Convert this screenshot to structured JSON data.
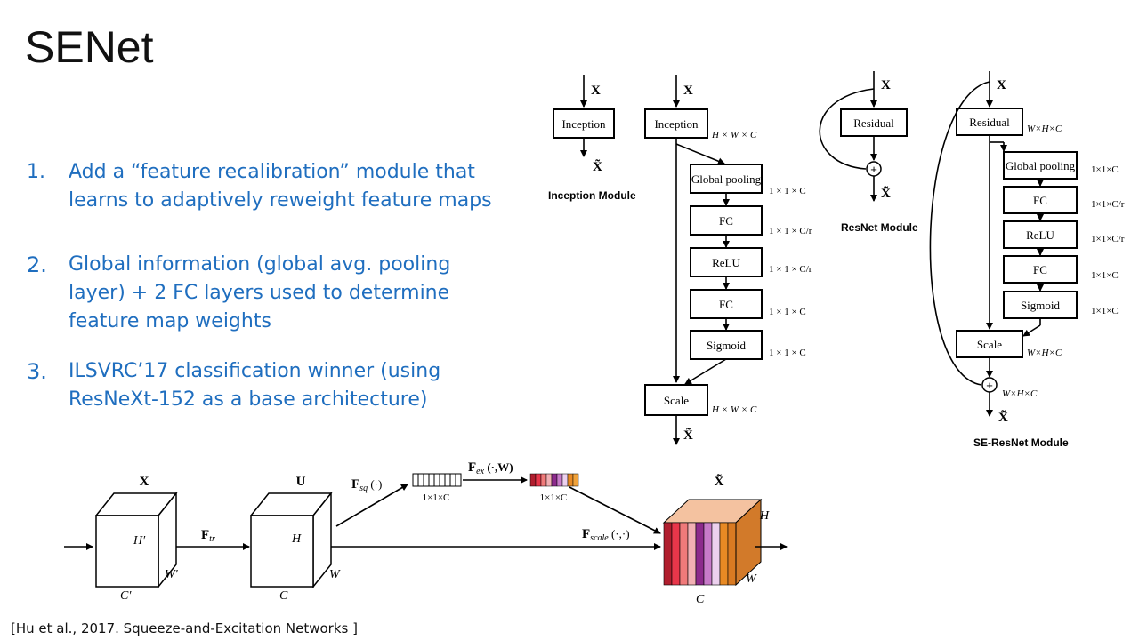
{
  "slide": {
    "title": "SENet",
    "points": [
      {
        "num": "1.",
        "text": "Add a “feature recalibration” module that learns to adaptively reweight feature maps"
      },
      {
        "num": "2.",
        "text": "Global information (global avg. pooling layer) + 2 FC layers used to determine feature map weights"
      },
      {
        "num": "3.",
        "text": "ILSVRC’17 classification winner (using ResNeXt-152 as a base architecture)"
      }
    ],
    "citation": "[Hu et al., 2017. Squeeze-and-Excitation Networks ]"
  },
  "inception_module": {
    "input": "X",
    "block": "Inception",
    "output": "X̃",
    "caption": "Inception Module"
  },
  "se_inception": {
    "input": "X",
    "inception": "Inception",
    "inception_dim": "H × W × C",
    "blocks": [
      "Global pooling",
      "FC",
      "ReLU",
      "FC",
      "Sigmoid"
    ],
    "dims": [
      "1 × 1 × C",
      "1 × 1 × C/r",
      "1 × 1 × C/r",
      "1 × 1 × C",
      "1 × 1 × C"
    ],
    "scale": "Scale",
    "scale_dim": "H × W × C",
    "output": "X̃"
  },
  "resnet_module": {
    "input": "X",
    "block": "Residual",
    "sum": "+",
    "output": "X̃",
    "caption": "ResNet Module"
  },
  "se_resnet": {
    "input": "X",
    "residual": "Residual",
    "residual_dim": "W×H×C",
    "blocks": [
      "Global pooling",
      "FC",
      "ReLU",
      "FC",
      "Sigmoid"
    ],
    "dims": [
      "1×1×C",
      "1×1×C/r",
      "1×1×C/r",
      "1×1×C",
      "1×1×C"
    ],
    "scale": "Scale",
    "scale_dim": "W×H×C",
    "sum_dim": "W×H×C",
    "output": "X̃",
    "caption": "SE-ResNet Module"
  },
  "se_block": {
    "x_label": "X",
    "u_label": "U",
    "xt_label": "X̃",
    "x_h": "H′",
    "x_w": "W′",
    "x_c": "C′",
    "u_h": "H",
    "u_w": "W",
    "u_c": "C",
    "out_h": "H",
    "out_w": "W",
    "out_c": "C",
    "f_tr": "F_tr",
    "f_sq": "F_sq (·)",
    "f_ex": "F_ex (·,W)",
    "f_scale": "F_scale (·,·)",
    "sq_dim": "1×1×C",
    "ex_dim": "1×1×C",
    "channel_colors": [
      "#b01e2e",
      "#e8364a",
      "#f07a7a",
      "#f2b0b4",
      "#8c2a8c",
      "#c77ac9",
      "#ecd0ee",
      "#e88a24"
    ]
  }
}
